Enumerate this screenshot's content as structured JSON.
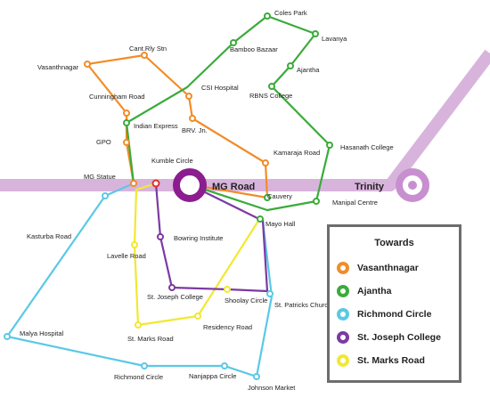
{
  "colors": {
    "vasanthnagar": "#f28c28",
    "ajantha": "#3aab3a",
    "richmond": "#5bc8e6",
    "stjoseph": "#7c3aa3",
    "stmarks": "#f2e832",
    "metro": "#d8b4dc",
    "hub": "#8b1d8f",
    "kumble": "#e03030"
  },
  "hubs": {
    "mg_road": "MG Road",
    "trinity": "Trinity"
  },
  "stops": {
    "coles_park": "Coles Park",
    "lavanya": "Lavanya",
    "bamboo_bazaar": "Bamboo Bazaar",
    "cant_rly_stn": "Cant.Rly Stn",
    "vasanthnagar": "Vasanthnagar",
    "ajantha": "Ajantha",
    "csi_hospital": "CSI Hospital",
    "rbns_college": "RBNS College",
    "cunningham_road": "Cunningham Road",
    "indian_express": "Indian Express",
    "brv_jn": "BRV. Jn.",
    "gpo": "GPO",
    "hasanath_college": "Hasanath College",
    "kamaraja_road": "Kamaraja Road",
    "kumble_circle": "Kumble Circle",
    "mg_statue": "MG Statue",
    "cauvery": "Cauvery",
    "manipal_centre": "Manipal Centre",
    "mayo_hall": "Mayo Hall",
    "kasturba_road": "Kasturba Road",
    "bowring_institute": "Bowring Institute",
    "lavelle_road": "Lavelle Road",
    "st_joseph_college": "St. Joseph College",
    "shoolay_circle": "Shoolay Circle",
    "st_patricks_church": "St. Patricks Church",
    "residency_road": "Residency Road",
    "st_marks_road": "St. Marks Road",
    "malya_hospital": "Malya Hospital",
    "richmond_circle": "Richmond Circle",
    "nanjappa_circle": "Nanjappa Circle",
    "johnson_market": "Johnson Market"
  },
  "legend": {
    "title": "Towards",
    "items": [
      {
        "label": "Vasanthnagar",
        "color": "#f28c28"
      },
      {
        "label": "Ajantha",
        "color": "#3aab3a"
      },
      {
        "label": "Richmond Circle",
        "color": "#5bc8e6"
      },
      {
        "label": "St. Joseph College",
        "color": "#7c3aa3"
      },
      {
        "label": "St. Marks Road",
        "color": "#f2e832"
      }
    ]
  }
}
